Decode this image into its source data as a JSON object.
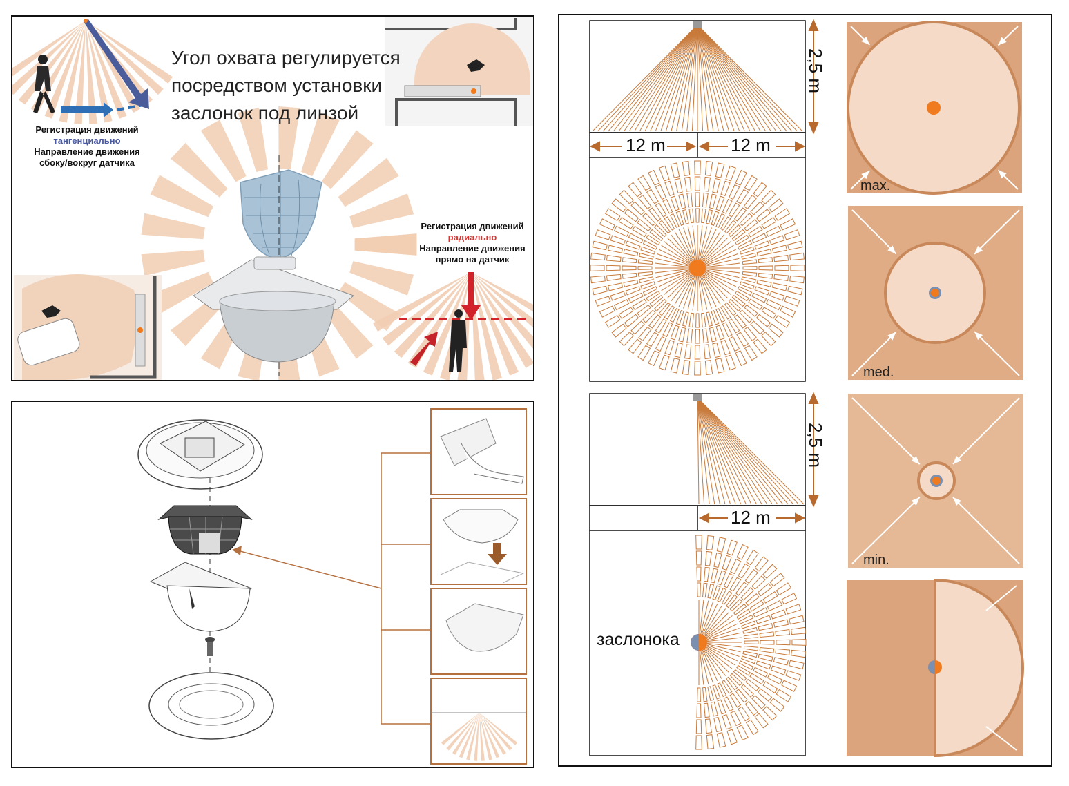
{
  "panel1": {
    "headline": [
      "Угол охвата регулируется",
      "посредством установки",
      "заслонок под линзой"
    ],
    "tangential": {
      "line1": "Регистрация движений",
      "line2": "тангенциально",
      "line3": "Направление движения",
      "line4": "сбоку/вокруг датчика"
    },
    "radial": {
      "line1": "Регистрация движений",
      "line2": "радиально",
      "line3": "Направление движения",
      "line4": "прямо на датчик"
    }
  },
  "panel3": {
    "height_label": "2,5 m",
    "width_left": "12 m",
    "width_right": "12 m",
    "width_half": "12 m",
    "shutter_label": "заслонока",
    "levels": [
      "max.",
      "med.",
      "min."
    ]
  },
  "colors": {
    "beam": "#c87a3a",
    "peach": "#f3d9c6",
    "peach_dark": "#d99a6a",
    "sensor": "#f07a1e",
    "accent_red": "#d3232a",
    "accent_blue": "#2f6fb5",
    "shutter_grey": "#7b8fb0"
  }
}
